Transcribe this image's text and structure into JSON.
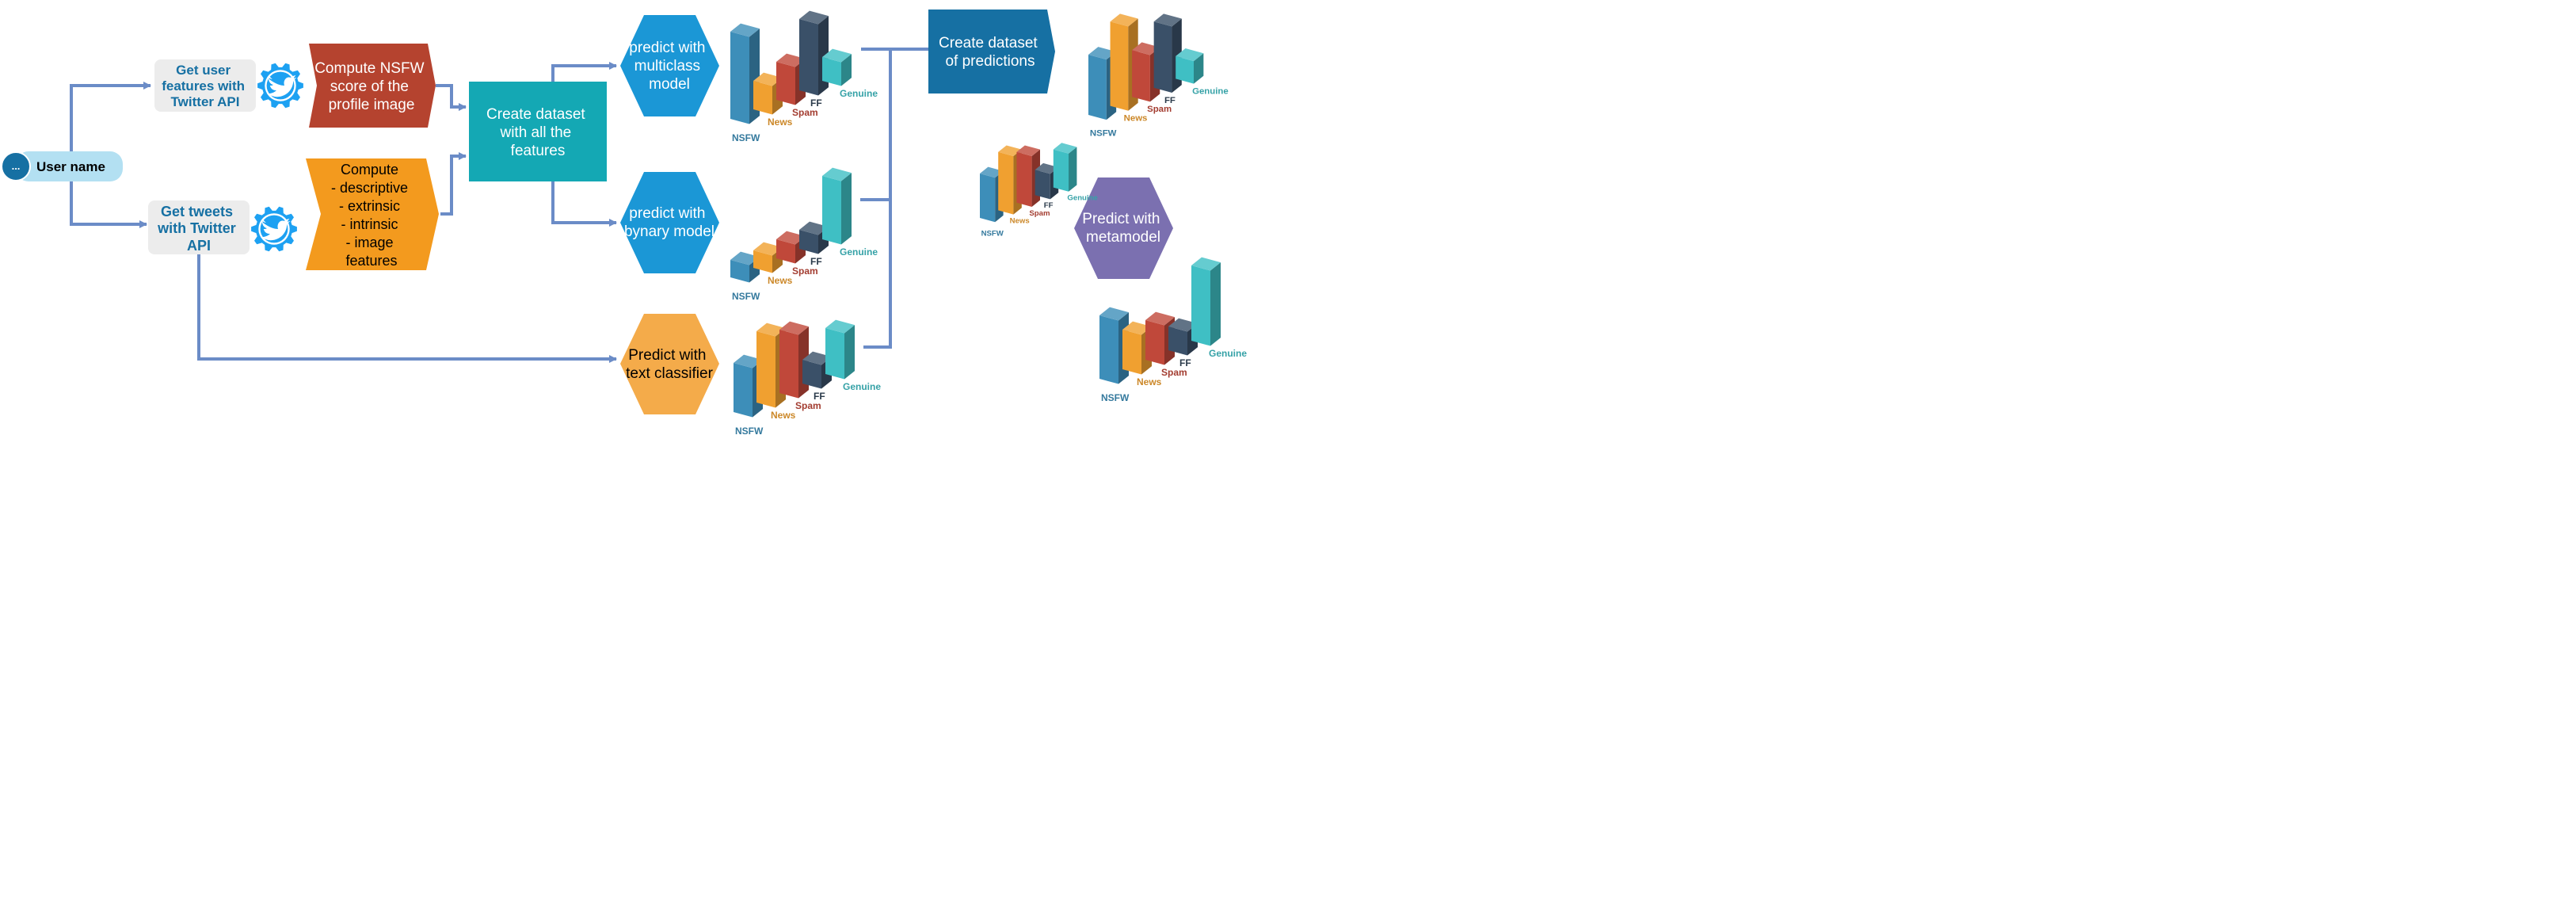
{
  "user": {
    "badge": "...",
    "name": "User name"
  },
  "steps": {
    "get_user_features": [
      "Get user",
      "features with",
      "Twitter API"
    ],
    "get_tweets": [
      "Get tweets",
      "with Twitter",
      "API"
    ],
    "nsfw_score": [
      "Compute NSFW",
      "score of the",
      "profile image"
    ],
    "compute_features": [
      "Compute",
      "- descriptive",
      "- extrinsic",
      "- intrinsic",
      "- image",
      "features"
    ],
    "create_dataset_features": [
      "Create dataset",
      "with all the",
      "features"
    ],
    "predict_multiclass": [
      "predict with",
      "multiclass",
      "model"
    ],
    "predict_binary": [
      "predict with",
      "bynary model"
    ],
    "predict_text": [
      "Predict with",
      "text classifier"
    ],
    "create_dataset_predictions": [
      "Create dataset",
      "of predictions"
    ],
    "predict_metamodel": [
      "Predict with",
      "metamodel"
    ]
  },
  "classes": [
    "NSFW",
    "News",
    "Spam",
    "FF",
    "Genuine"
  ],
  "colors": {
    "nsfw": "#3d8eb9",
    "news": "#f0a030",
    "spam": "#c0483a",
    "ff": "#3a5068",
    "genuine": "#3fbfc4",
    "arrow": "#6b8cc7",
    "twitter": "#1da1f2",
    "orange_step": "#f39a1e",
    "red_step": "#b5432f",
    "teal_box": "#14a8b4",
    "blue_hex": "#1b97d6",
    "purple_hex": "#7b70b0",
    "output_box": "#1670a3"
  },
  "icons": [
    "twitter-gear-icon"
  ]
}
